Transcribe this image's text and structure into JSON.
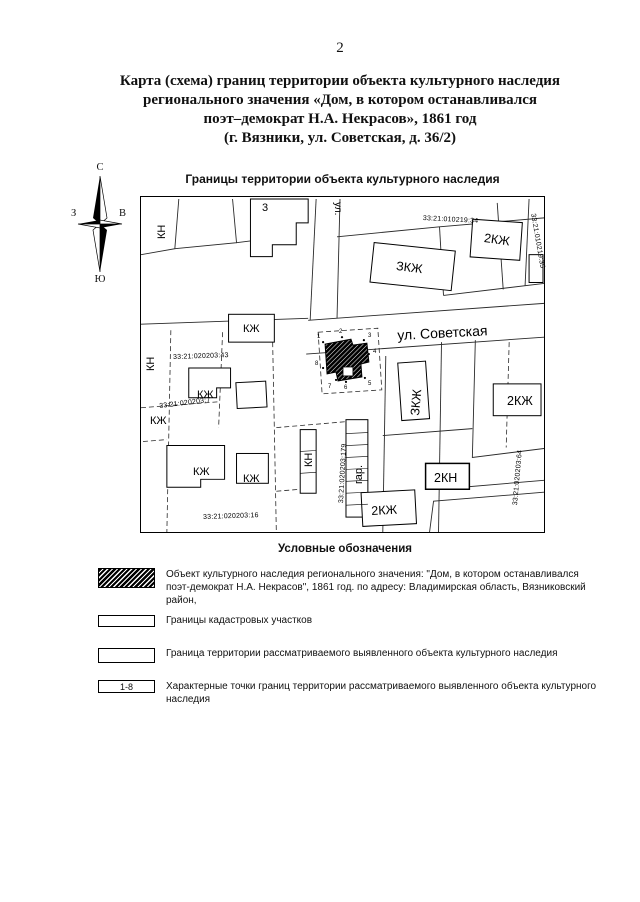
{
  "page": {
    "number": "2"
  },
  "title": {
    "lines": [
      "Карта (схема) границ территории объекта культурного наследия",
      "регионального значения «Дом, в котором останавливался",
      "поэт–демократ Н.А. Некрасов», 1861 год",
      "(г. Вязники, ул. Советская, д. 36/2)"
    ]
  },
  "map": {
    "title": "Границы территории объекта культурного наследия",
    "compass": {
      "north": "С",
      "south": "Ю",
      "west": "З",
      "east": "В"
    },
    "labels": [
      "КН",
      "ул.",
      "3",
      "33:21:010219:34",
      "2КЖ",
      "33:21:010219:35",
      "ЗКЖ",
      "ул. Советская",
      "КЖ",
      "КН",
      "33:21:020203:43",
      "КЖ",
      "33:21:020203:7",
      "КЖ",
      "ЗКЖ",
      "2КЖ",
      "КН",
      "гар.",
      "33:21:020203:179",
      "33:21:020203:64",
      "2КН",
      "КЖ",
      "КЖ",
      "2КЖ",
      "33:21:020203:16"
    ],
    "points": [
      "1",
      "2",
      "3",
      "4",
      "5",
      "6",
      "7",
      "8"
    ]
  },
  "legend": {
    "title": "Условные обозначения",
    "items": [
      {
        "swatch": "hatched",
        "text": "Объект культурного наследия регионального значения: \"Дом, в котором останавливался поэт-демократ Н.А. Некрасов\", 1861 год. по адресу: Владимирская область, Вязниковский район,"
      },
      {
        "swatch": "rect",
        "text": "Границы кадастровых участков"
      },
      {
        "swatch": "rect-bold",
        "text": "Граница территории рассматриваемого выявленного объекта культурного наследия"
      },
      {
        "swatch": "points",
        "swatch_label": "1-8",
        "text": "Характерные точки границ территории рассматриваемого выявленного объекта культурного наследия"
      }
    ]
  },
  "colors": {
    "ink": "#000000",
    "paper": "#ffffff"
  }
}
